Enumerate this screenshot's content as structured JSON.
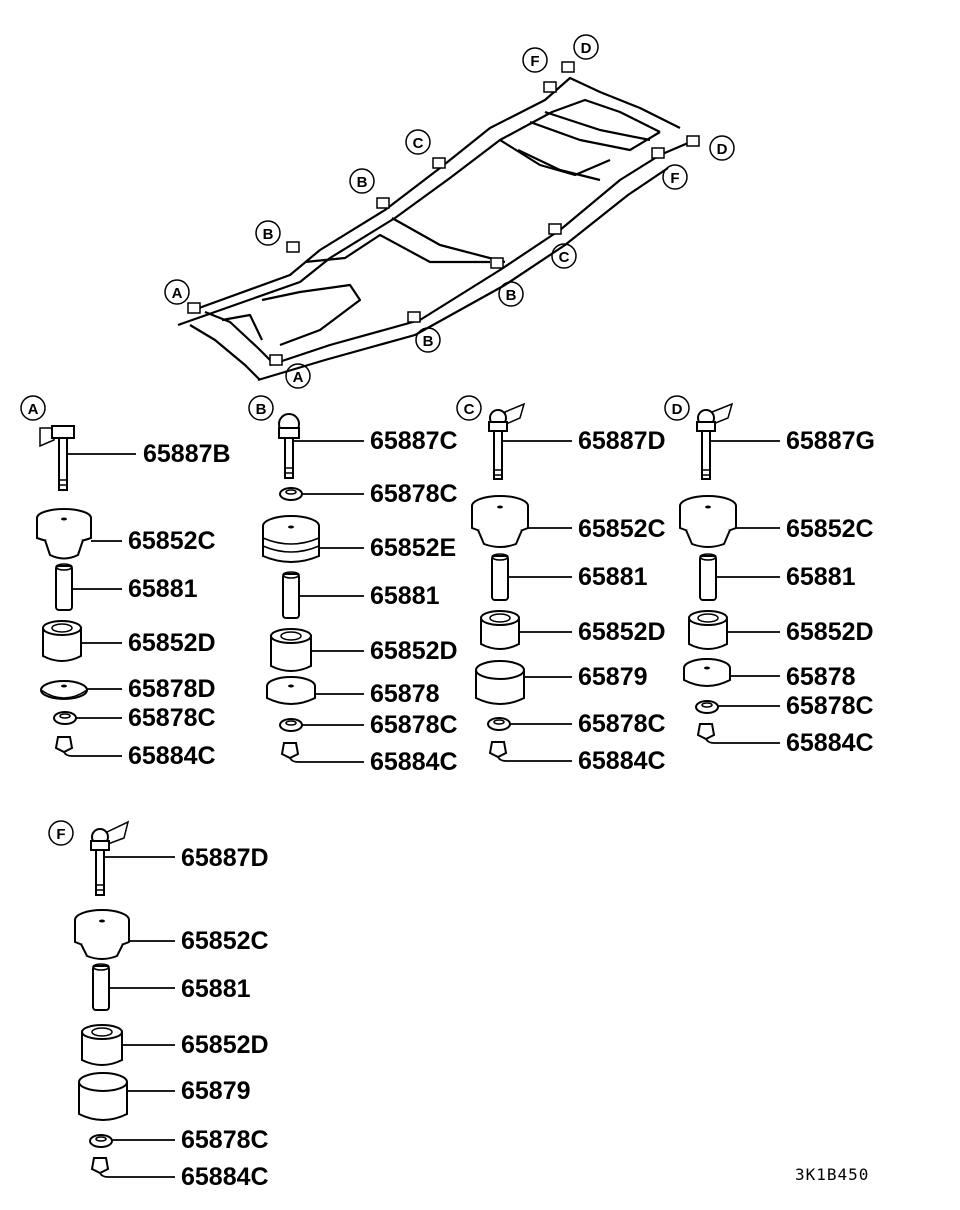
{
  "frame_callouts": [
    "A",
    "B",
    "C",
    "D",
    "F"
  ],
  "groups": {
    "A": {
      "callout": "A",
      "parts": [
        "65887B",
        "65852C",
        "65881",
        "65852D",
        "65878D",
        "65878C",
        "65884C"
      ]
    },
    "B": {
      "callout": "B",
      "parts": [
        "65887C",
        "65878C",
        "65852E",
        "65881",
        "65852D",
        "65878",
        "65878C",
        "65884C"
      ]
    },
    "C": {
      "callout": "C",
      "parts": [
        "65887D",
        "65852C",
        "65881",
        "65852D",
        "65879",
        "65878C",
        "65884C"
      ]
    },
    "D": {
      "callout": "D",
      "parts": [
        "65887G",
        "65852C",
        "65881",
        "65852D",
        "65878",
        "65878C",
        "65884C"
      ]
    },
    "F": {
      "callout": "F",
      "parts": [
        "65887D",
        "65852C",
        "65881",
        "65852D",
        "65879",
        "65878C",
        "65884C"
      ]
    }
  },
  "diagram_code": "3K1B450"
}
